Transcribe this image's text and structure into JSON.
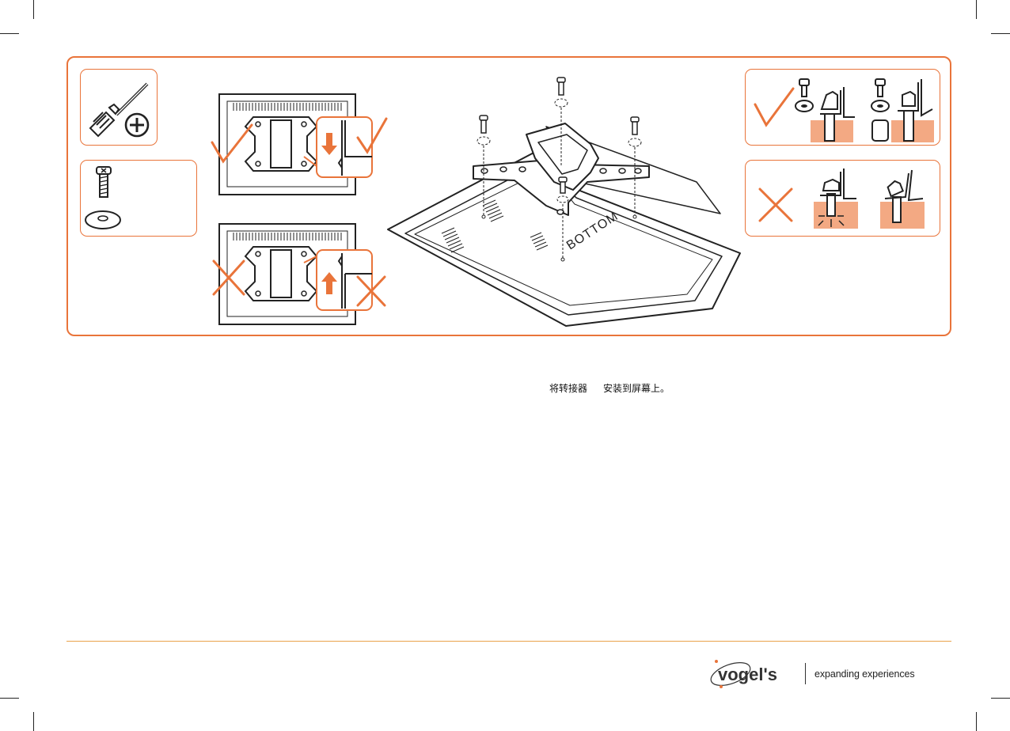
{
  "instruction_caption": {
    "part1": "将转接器",
    "part2": "安装到屏幕上。"
  },
  "diagram_label": "BOTTOM",
  "brand": {
    "logo_text": "vogel's",
    "tagline": "expanding experiences"
  },
  "icons": {
    "tools": [
      "screwdriver-icon",
      "phillips-head-icon"
    ],
    "parts": [
      "screw-icon",
      "washer-icon"
    ],
    "status": [
      "check-mark-icon",
      "cross-mark-icon"
    ]
  },
  "colors": {
    "accent": "#e9743a",
    "fill_light": "#f3a983",
    "footer_rule": "#e9a24a"
  }
}
